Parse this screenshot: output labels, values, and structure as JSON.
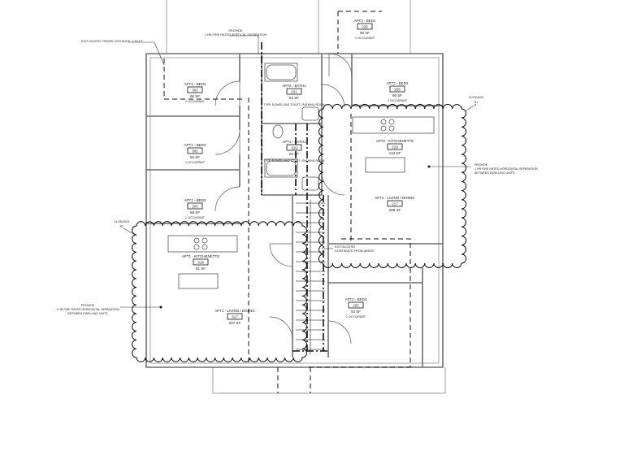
{
  "rooms": {
    "apt1_bed1": {
      "name": "APT1 - BED1",
      "number": "301",
      "area": "96 SF",
      "occupancy": "1 OCCUPANT"
    },
    "apt1_bed2": {
      "name": "APT1 - BED2",
      "number": "302",
      "area": "96 SF",
      "occupancy": "1 OCCUPANT"
    },
    "apt1_bed3": {
      "name": "APT1 - BED3",
      "number": "303",
      "area": "96 SF",
      "occupancy": "1 OCCUPANT"
    },
    "apt1_kitchenette": {
      "name": "APT1 - KITCHENETTE",
      "number": "318",
      "area": "81 SF"
    },
    "apt1_living": {
      "name": "APT1 - LIVING / DINING",
      "number": "317",
      "area": "267 SF"
    },
    "apt1_bath1": {
      "name": "APT1 - BATH1",
      "number": "319",
      "area": "62 SF",
      "note": "TYPE B DWELLING TOILET / BATHING ROOM"
    },
    "apt2_bath1": {
      "name": "APT2 - BATH1",
      "number": "221",
      "area": "62 SF",
      "note": "TYPE B DWELLING TOILET / BATHING ROOM"
    },
    "apt2_bed1": {
      "name": "APT2 - BED1",
      "number": "225",
      "area": "96 SF",
      "occupancy": "1 OCCUPANT"
    },
    "apt2_bed2": {
      "name": "APT2 - BED2",
      "number": "226",
      "area": "96 SF",
      "occupancy": "1 OCCUPANT"
    },
    "apt2_kitchenette": {
      "name": "APT2 - KITCHENETTE",
      "number": "219",
      "area": "134 SF"
    },
    "apt2_living": {
      "name": "APT2 - LIVING / DINING",
      "number": "217",
      "area": "209 SF"
    },
    "apt2_bed3": {
      "name": "APT2 - BED3",
      "number": "203",
      "area": "93 SF",
      "occupancy": "1 OCCUPANT"
    }
  },
  "notes": {
    "exit_travel": "EXIT ACCESS TRAVEL DISTANCE: 1 30 FT.",
    "vertical_sep": [
      "PROVIDE",
      "1 HR FIRE RATED VERTICAL SEPARATION"
    ],
    "horizontal_sep_left": [
      "PROVIDE",
      "1 HR FIRE RATED HORIZONTAL SEPARATION",
      "BETWEEN DWELLING UNITS"
    ],
    "horizontal_sep_right": [
      "PROVIDE",
      "1 HR FIRE RATED HORIZONTAL SEPARATION",
      "BETWEEN DWELLING UNITS"
    ],
    "exit_access": [
      "EXIT ACCESS",
      "CONTINUED FROM ABOVE"
    ]
  },
  "revisions": {
    "left": {
      "date": "11/25/2024",
      "tag": "R1"
    },
    "right": {
      "date": "11/25/2024",
      "tag": "R1"
    }
  }
}
